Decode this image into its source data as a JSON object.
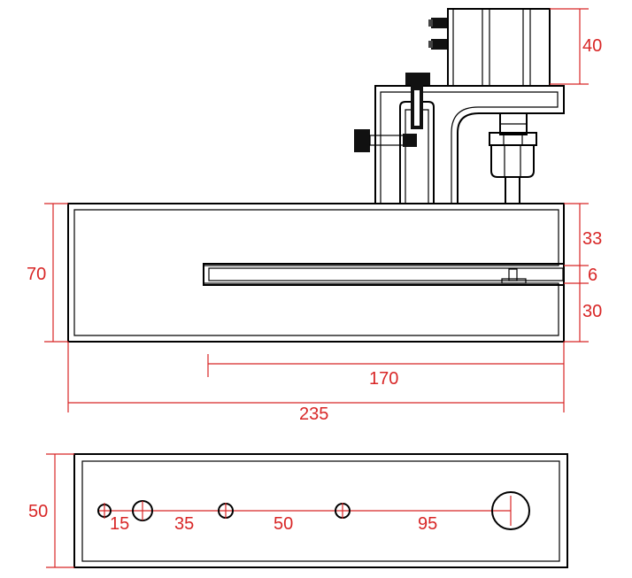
{
  "front_view": {
    "dimensions": {
      "total_height": "70",
      "total_length": "235",
      "slot_length": "170",
      "upper_thickness": "33",
      "slot_gap": "6",
      "lower_thickness": "30",
      "cylinder_height": "40"
    }
  },
  "bottom_view": {
    "dimensions": {
      "width": "50",
      "spacing_1": "15",
      "spacing_2": "35",
      "spacing_3": "50",
      "spacing_4": "95"
    }
  },
  "colors": {
    "dimension": "#d82626",
    "outline": "#000000"
  }
}
